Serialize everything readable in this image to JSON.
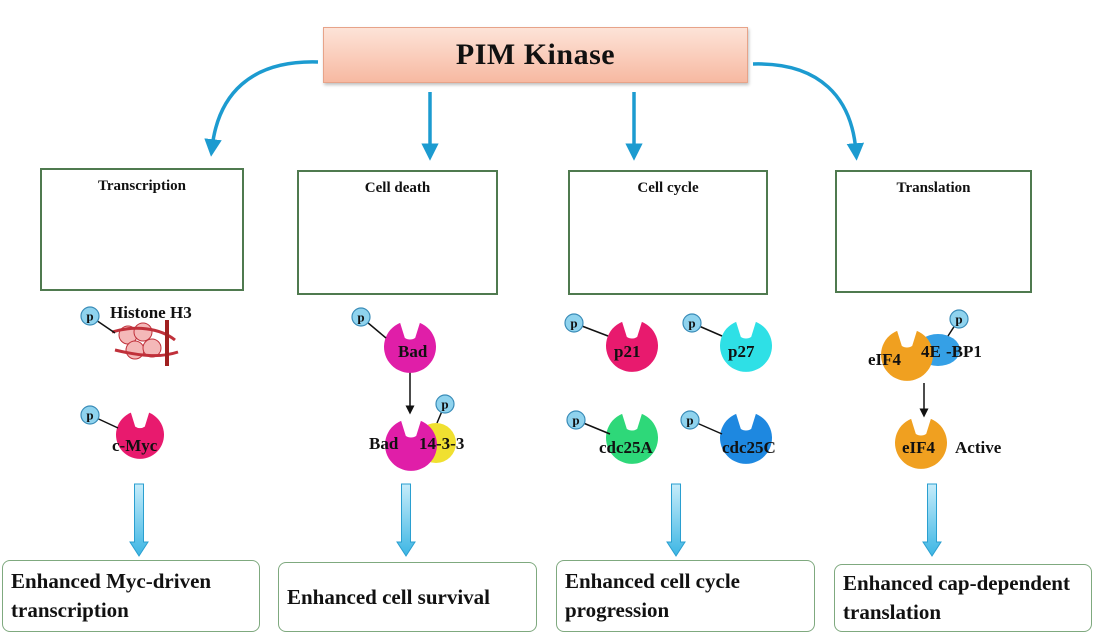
{
  "title": "PIM Kinase",
  "panels": [
    {
      "title": "Transcription"
    },
    {
      "title": "Cell death"
    },
    {
      "title": "Cell cycle"
    },
    {
      "title": "Translation"
    }
  ],
  "phospho_label": "p",
  "proteins": {
    "histone": "Histone H3",
    "cmyc": "c-Myc",
    "bad": "Bad",
    "bad2": "Bad",
    "p1433": "14-3-3",
    "p21": "p21",
    "p27": "p27",
    "cdc25a": "cdc25A",
    "cdc25c": "cdc25C",
    "eif4": "eIF4",
    "bp1": "4E",
    "bp1_suffix": "-BP1",
    "eif4_active": "eIF4",
    "active": "Active"
  },
  "outcomes": [
    "Enhanced Myc-driven transcription",
    "Enhanced cell survival",
    "Enhanced cell cycle progression",
    "Enhanced cap-dependent translation"
  ],
  "colors": {
    "arrow": "#1c9bd0",
    "panel_border": "#4f7a4f",
    "magenta": "#e01ea8",
    "pink_red": "#e81a6e",
    "cyan": "#2ee0e6",
    "green": "#2ed879",
    "blue": "#1e88e0",
    "orange": "#f0a020",
    "yellow": "#f0e030",
    "phospho": "#8fd3ee"
  }
}
